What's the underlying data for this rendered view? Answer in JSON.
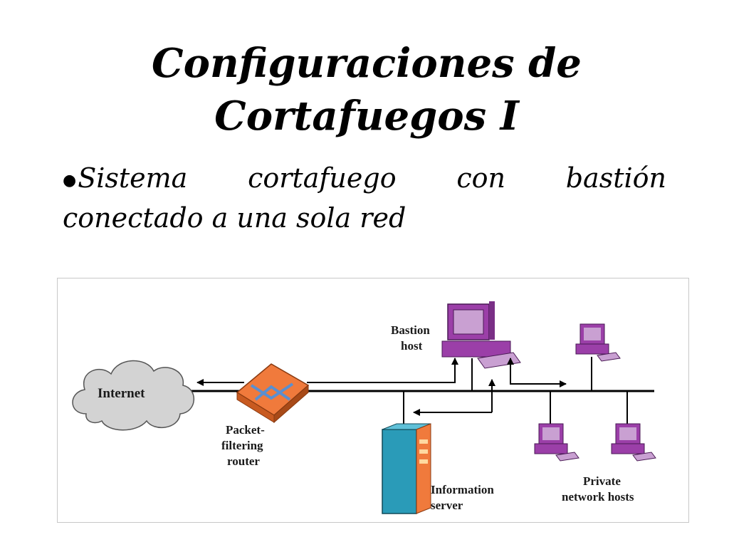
{
  "slide": {
    "title_line1": "Configuraciones de",
    "title_line2": "Cortafuegos I",
    "bullet_words": [
      "Sistema",
      "cortafuego",
      "con",
      "bastión"
    ],
    "bullet_line2": "conectado a una sola red"
  },
  "diagram": {
    "labels": {
      "internet": "Internet",
      "router_1": "Packet-",
      "router_2": "filtering",
      "router_3": "router",
      "bastion_1": "Bastion",
      "bastion_2": "host",
      "info_1": "Information",
      "info_2": "server",
      "private_1": "Private",
      "private_2": "network hosts"
    },
    "colors": {
      "cloud": "#d3d3d3",
      "router": "#f07a3c",
      "router_arrows": "#5a8fd0",
      "computer": "#9b3fa8",
      "server": "#2a9bb8",
      "line": "#000000"
    }
  }
}
